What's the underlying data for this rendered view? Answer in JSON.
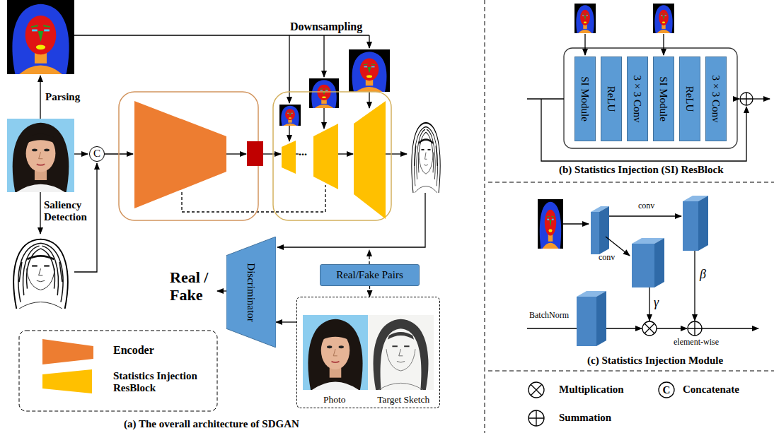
{
  "diagram": {
    "nodes": [
      {
        "text": [
          "C"
        ]
      },
      {
        "text": [
          "Discriminator"
        ]
      },
      {
        "text": [
          "Real/Fake Pairs"
        ]
      },
      {
        "text": [
          "Photo",
          "Target Sketch"
        ]
      },
      {
        "text": [
          "SI Module"
        ]
      },
      {
        "text": [
          "ReLU"
        ]
      },
      {
        "text": [
          "3 × 3 Conv"
        ]
      },
      {
        "text": [
          "SI Module"
        ]
      },
      {
        "text": [
          "ReLU"
        ]
      },
      {
        "text": [
          "3 × 3 Conv"
        ]
      }
    ],
    "edges": [
      {
        "from": 3,
        "to": 1,
        "arrow": "to"
      },
      {
        "from": 2,
        "to": 3,
        "arrow": "to"
      }
    ],
    "labels": [
      "Downsampling",
      "Parsing",
      "Saliency Detection",
      "...",
      "Real / Fake",
      "(a) The overall architecture of SDGAN",
      "(b) Statistics Injection (SI) ResBlock",
      "conv",
      "conv",
      "γ",
      "β",
      "BatchNorm",
      "element-wise",
      "(c) Statistics Injection Module",
      "C"
    ],
    "legend": [
      {
        "text": "Encoder"
      },
      {
        "text": "Statistics Injection ResBlock"
      },
      {
        "text": "Multiplication"
      },
      {
        "text": "Concatenate"
      },
      {
        "text": "Summation"
      }
    ]
  }
}
